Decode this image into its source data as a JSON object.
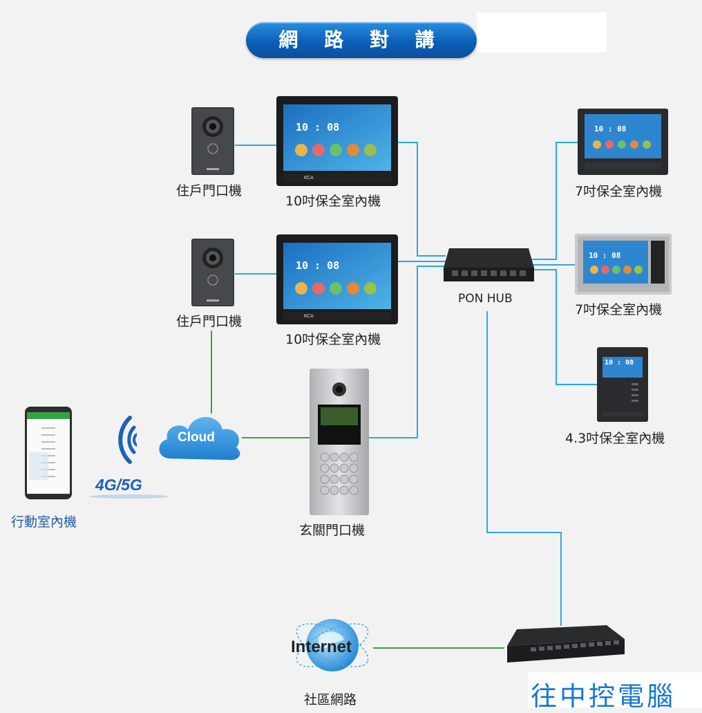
{
  "title": "網 路 對 講",
  "labels": {
    "doorbell_1": "住戶門口機",
    "doorbell_2": "住戶門口機",
    "indoor10_1": "10吋保全室內機",
    "indoor10_2": "10吋保全室內機",
    "indoor7_1": "7吋保全室內機",
    "indoor7_2": "7吋保全室內機",
    "indoor43": "4.3吋保全室內機",
    "pon_hub": "PON HUB",
    "cloud": "Cloud",
    "network": "4G/5G",
    "mobile": "行動室內機",
    "lobby": "玄關門口機",
    "internet": "Internet",
    "community": "社區網路"
  },
  "screen": {
    "time": "10 : 08",
    "time_small": "10 : 08",
    "brand": "KCA"
  },
  "watermark": "往中控電腦",
  "colors": {
    "link_blue": "#2aa6e6",
    "link_green": "#3aa048",
    "accent": "#0d5fb8"
  }
}
